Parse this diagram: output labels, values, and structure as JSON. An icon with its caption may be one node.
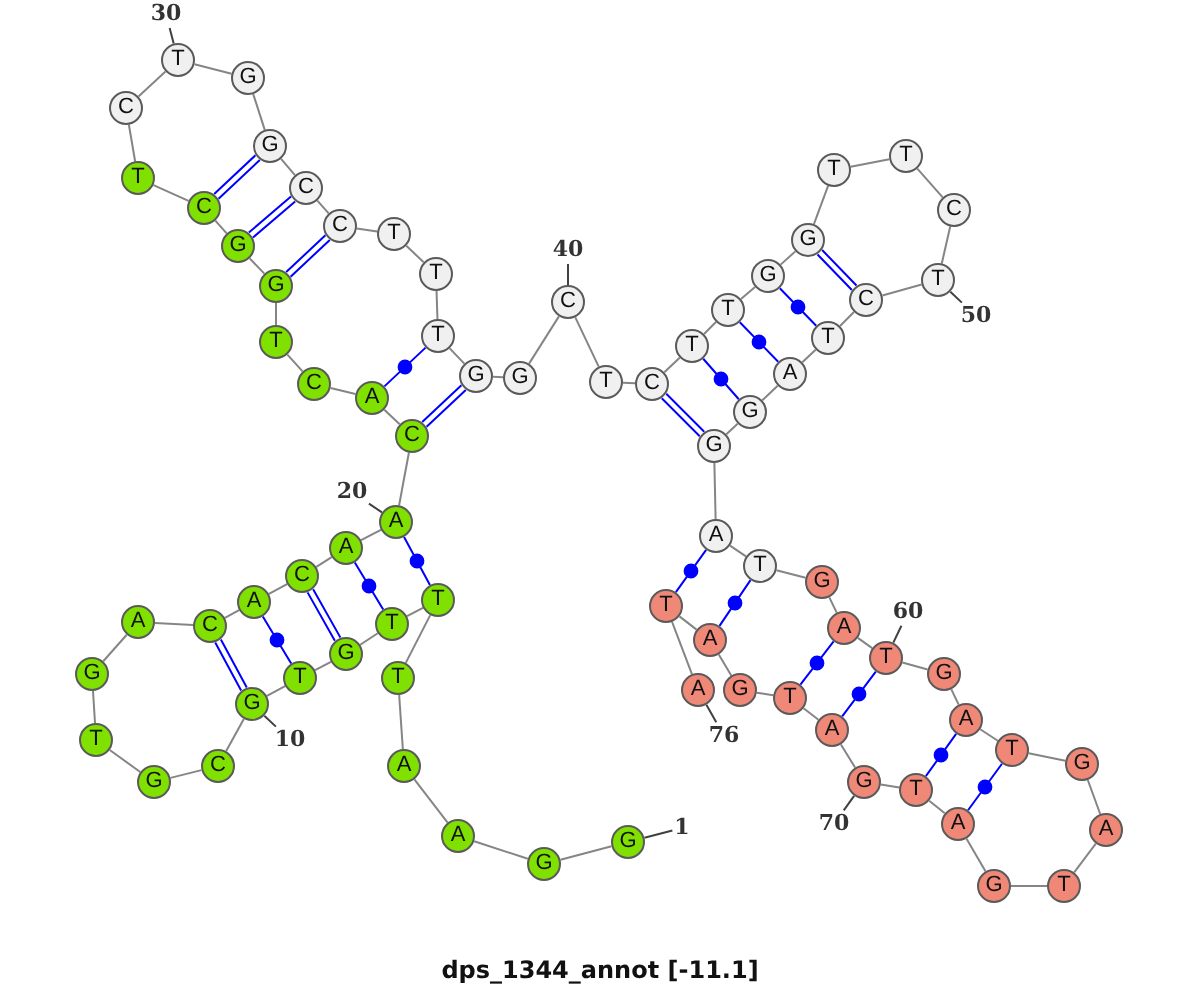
{
  "diagram": {
    "caption": "dps_1344_annot [-11.1]",
    "nodes": [
      {
        "text": [
          "G"
        ]
      },
      {
        "text": [
          "G"
        ]
      },
      {
        "text": [
          "A"
        ]
      },
      {
        "text": [
          "A"
        ]
      },
      {
        "text": [
          "T"
        ]
      },
      {
        "text": [
          "T"
        ]
      },
      {
        "text": [
          "T"
        ]
      },
      {
        "text": [
          "G"
        ]
      },
      {
        "text": [
          "T"
        ]
      },
      {
        "text": [
          "G"
        ]
      },
      {
        "text": [
          "C"
        ]
      },
      {
        "text": [
          "G"
        ]
      },
      {
        "text": [
          "T"
        ]
      },
      {
        "text": [
          "G"
        ]
      },
      {
        "text": [
          "A"
        ]
      },
      {
        "text": [
          "C"
        ]
      },
      {
        "text": [
          "A"
        ]
      },
      {
        "text": [
          "C"
        ]
      },
      {
        "text": [
          "A"
        ]
      },
      {
        "text": [
          "A"
        ]
      },
      {
        "text": [
          "C"
        ]
      },
      {
        "text": [
          "A"
        ]
      },
      {
        "text": [
          "C"
        ]
      },
      {
        "text": [
          "T"
        ]
      },
      {
        "text": [
          "G"
        ]
      },
      {
        "text": [
          "G"
        ]
      },
      {
        "text": [
          "C"
        ]
      },
      {
        "text": [
          "T"
        ]
      },
      {
        "text": [
          "C"
        ]
      },
      {
        "text": [
          "T"
        ]
      },
      {
        "text": [
          "G"
        ]
      },
      {
        "text": [
          "G"
        ]
      },
      {
        "text": [
          "C"
        ]
      },
      {
        "text": [
          "C"
        ]
      },
      {
        "text": [
          "T"
        ]
      },
      {
        "text": [
          "T"
        ]
      },
      {
        "text": [
          "T"
        ]
      },
      {
        "text": [
          "G"
        ]
      },
      {
        "text": [
          "G"
        ]
      },
      {
        "text": [
          "C"
        ]
      },
      {
        "text": [
          "T"
        ]
      },
      {
        "text": [
          "C"
        ]
      },
      {
        "text": [
          "T"
        ]
      },
      {
        "text": [
          "T"
        ]
      },
      {
        "text": [
          "G"
        ]
      },
      {
        "text": [
          "G"
        ]
      },
      {
        "text": [
          "T"
        ]
      },
      {
        "text": [
          "T"
        ]
      },
      {
        "text": [
          "C"
        ]
      },
      {
        "text": [
          "T"
        ]
      },
      {
        "text": [
          "C"
        ]
      },
      {
        "text": [
          "T"
        ]
      },
      {
        "text": [
          "A"
        ]
      },
      {
        "text": [
          "G"
        ]
      },
      {
        "text": [
          "G"
        ]
      },
      {
        "text": [
          "A"
        ]
      },
      {
        "text": [
          "T"
        ]
      },
      {
        "text": [
          "G"
        ]
      },
      {
        "text": [
          "A"
        ]
      },
      {
        "text": [
          "T"
        ]
      },
      {
        "text": [
          "G"
        ]
      },
      {
        "text": [
          "A"
        ]
      },
      {
        "text": [
          "T"
        ]
      },
      {
        "text": [
          "G"
        ]
      },
      {
        "text": [
          "A"
        ]
      },
      {
        "text": [
          "T"
        ]
      },
      {
        "text": [
          "G"
        ]
      },
      {
        "text": [
          "A"
        ]
      },
      {
        "text": [
          "T"
        ]
      },
      {
        "text": [
          "G"
        ]
      },
      {
        "text": [
          "A"
        ]
      },
      {
        "text": [
          "T"
        ]
      },
      {
        "text": [
          "G"
        ]
      },
      {
        "text": [
          "A"
        ]
      },
      {
        "text": [
          "T"
        ]
      },
      {
        "text": [
          "A"
        ]
      },
      {
        "text": [
          "1"
        ]
      },
      {
        "text": [
          "10"
        ]
      },
      {
        "text": [
          "20"
        ]
      },
      {
        "text": [
          "30"
        ]
      },
      {
        "text": [
          "40"
        ]
      },
      {
        "text": [
          "50"
        ]
      },
      {
        "text": [
          "60"
        ]
      },
      {
        "text": [
          "70"
        ]
      },
      {
        "text": [
          "76"
        ]
      }
    ],
    "edges": [
      {
        "from": 0,
        "to": 1,
        "arrow": "none"
      },
      {
        "from": 1,
        "to": 2,
        "arrow": "none"
      },
      {
        "from": 2,
        "to": 3,
        "arrow": "none"
      },
      {
        "from": 3,
        "to": 4,
        "arrow": "none"
      },
      {
        "from": 4,
        "to": 5,
        "arrow": "none"
      },
      {
        "from": 5,
        "to": 6,
        "arrow": "none"
      },
      {
        "from": 6,
        "to": 7,
        "arrow": "none"
      },
      {
        "from": 7,
        "to": 8,
        "arrow": "none"
      },
      {
        "from": 8,
        "to": 9,
        "arrow": "none"
      },
      {
        "from": 9,
        "to": 10,
        "arrow": "none"
      },
      {
        "from": 10,
        "to": 11,
        "arrow": "none"
      },
      {
        "from": 11,
        "to": 12,
        "arrow": "none"
      },
      {
        "from": 12,
        "to": 13,
        "arrow": "none"
      },
      {
        "from": 13,
        "to": 14,
        "arrow": "none"
      },
      {
        "from": 14,
        "to": 15,
        "arrow": "none"
      },
      {
        "from": 15,
        "to": 16,
        "arrow": "none"
      },
      {
        "from": 16,
        "to": 17,
        "arrow": "none"
      },
      {
        "from": 17,
        "to": 18,
        "arrow": "none"
      },
      {
        "from": 18,
        "to": 19,
        "arrow": "none"
      },
      {
        "from": 19,
        "to": 20,
        "arrow": "none"
      },
      {
        "from": 20,
        "to": 21,
        "arrow": "none"
      },
      {
        "from": 21,
        "to": 22,
        "arrow": "none"
      },
      {
        "from": 22,
        "to": 23,
        "arrow": "none"
      },
      {
        "from": 23,
        "to": 24,
        "arrow": "none"
      },
      {
        "from": 24,
        "to": 25,
        "arrow": "none"
      },
      {
        "from": 25,
        "to": 26,
        "arrow": "none"
      },
      {
        "from": 26,
        "to": 27,
        "arrow": "none"
      },
      {
        "from": 27,
        "to": 28,
        "arrow": "none"
      },
      {
        "from": 28,
        "to": 29,
        "arrow": "none"
      },
      {
        "from": 29,
        "to": 30,
        "arrow": "none"
      },
      {
        "from": 30,
        "to": 31,
        "arrow": "none"
      },
      {
        "from": 31,
        "to": 32,
        "arrow": "none"
      },
      {
        "from": 32,
        "to": 33,
        "arrow": "none"
      },
      {
        "from": 33,
        "to": 34,
        "arrow": "none"
      },
      {
        "from": 34,
        "to": 35,
        "arrow": "none"
      },
      {
        "from": 35,
        "to": 36,
        "arrow": "none"
      },
      {
        "from": 36,
        "to": 37,
        "arrow": "none"
      },
      {
        "from": 37,
        "to": 38,
        "arrow": "none"
      },
      {
        "from": 38,
        "to": 39,
        "arrow": "none"
      },
      {
        "from": 39,
        "to": 40,
        "arrow": "none"
      },
      {
        "from": 40,
        "to": 41,
        "arrow": "none"
      },
      {
        "from": 41,
        "to": 42,
        "arrow": "none"
      },
      {
        "from": 42,
        "to": 43,
        "arrow": "none"
      },
      {
        "from": 43,
        "to": 44,
        "arrow": "none"
      },
      {
        "from": 44,
        "to": 45,
        "arrow": "none"
      },
      {
        "from": 45,
        "to": 46,
        "arrow": "none"
      },
      {
        "from": 46,
        "to": 47,
        "arrow": "none"
      },
      {
        "from": 47,
        "to": 48,
        "arrow": "none"
      },
      {
        "from": 48,
        "to": 49,
        "arrow": "none"
      },
      {
        "from": 49,
        "to": 50,
        "arrow": "none"
      },
      {
        "from": 50,
        "to": 51,
        "arrow": "none"
      },
      {
        "from": 51,
        "to": 52,
        "arrow": "none"
      },
      {
        "from": 52,
        "to": 53,
        "arrow": "none"
      },
      {
        "from": 53,
        "to": 54,
        "arrow": "none"
      },
      {
        "from": 54,
        "to": 55,
        "arrow": "none"
      },
      {
        "from": 55,
        "to": 56,
        "arrow": "none"
      },
      {
        "from": 56,
        "to": 57,
        "arrow": "none"
      },
      {
        "from": 57,
        "to": 58,
        "arrow": "none"
      },
      {
        "from": 58,
        "to": 59,
        "arrow": "none"
      },
      {
        "from": 59,
        "to": 60,
        "arrow": "none"
      },
      {
        "from": 60,
        "to": 61,
        "arrow": "none"
      },
      {
        "from": 61,
        "to": 62,
        "arrow": "none"
      },
      {
        "from": 62,
        "to": 63,
        "arrow": "none"
      },
      {
        "from": 63,
        "to": 64,
        "arrow": "none"
      },
      {
        "from": 64,
        "to": 65,
        "arrow": "none"
      },
      {
        "from": 65,
        "to": 66,
        "arrow": "none"
      },
      {
        "from": 66,
        "to": 67,
        "arrow": "none"
      },
      {
        "from": 67,
        "to": 68,
        "arrow": "none"
      },
      {
        "from": 68,
        "to": 69,
        "arrow": "none"
      },
      {
        "from": 69,
        "to": 70,
        "arrow": "none"
      },
      {
        "from": 70,
        "to": 71,
        "arrow": "none"
      },
      {
        "from": 71,
        "to": 72,
        "arrow": "none"
      },
      {
        "from": 72,
        "to": 73,
        "arrow": "none"
      },
      {
        "from": 73,
        "to": 74,
        "arrow": "none"
      },
      {
        "from": 74,
        "to": 75,
        "arrow": "none"
      },
      {
        "from": 5,
        "to": 19,
        "arrow": "none",
        "color": "#0000ff"
      },
      {
        "from": 6,
        "to": 18,
        "arrow": "none",
        "color": "#0000ff"
      },
      {
        "from": 7,
        "to": 17,
        "arrow": "none",
        "color": "#0000ff"
      },
      {
        "from": 8,
        "to": 16,
        "arrow": "none",
        "color": "#0000ff"
      },
      {
        "from": 9,
        "to": 15,
        "arrow": "none",
        "color": "#0000ff"
      },
      {
        "from": 20,
        "to": 37,
        "arrow": "none",
        "color": "#0000ff"
      },
      {
        "from": 21,
        "to": 36,
        "arrow": "none",
        "color": "#0000ff"
      },
      {
        "from": 24,
        "to": 33,
        "arrow": "none",
        "color": "#0000ff"
      },
      {
        "from": 25,
        "to": 32,
        "arrow": "none",
        "color": "#0000ff"
      },
      {
        "from": 26,
        "to": 31,
        "arrow": "none",
        "color": "#0000ff"
      },
      {
        "from": 41,
        "to": 54,
        "arrow": "none",
        "color": "#0000ff"
      },
      {
        "from": 42,
        "to": 53,
        "arrow": "none",
        "color": "#0000ff"
      },
      {
        "from": 43,
        "to": 52,
        "arrow": "none",
        "color": "#0000ff"
      },
      {
        "from": 44,
        "to": 51,
        "arrow": "none",
        "color": "#0000ff"
      },
      {
        "from": 45,
        "to": 50,
        "arrow": "none",
        "color": "#0000ff"
      },
      {
        "from": 55,
        "to": 74,
        "arrow": "none",
        "color": "#0000ff"
      },
      {
        "from": 56,
        "to": 73,
        "arrow": "none",
        "color": "#0000ff"
      },
      {
        "from": 58,
        "to": 71,
        "arrow": "none",
        "color": "#0000ff"
      },
      {
        "from": 59,
        "to": 70,
        "arrow": "none",
        "color": "#0000ff"
      },
      {
        "from": 61,
        "to": 68,
        "arrow": "none",
        "color": "#0000ff"
      },
      {
        "from": 62,
        "to": 67,
        "arrow": "none",
        "color": "#0000ff"
      },
      {
        "from": 76,
        "to": 0,
        "arrow": "none"
      },
      {
        "from": 77,
        "to": 9,
        "arrow": "none"
      },
      {
        "from": 78,
        "to": 19,
        "arrow": "none"
      },
      {
        "from": 79,
        "to": 29,
        "arrow": "none"
      },
      {
        "from": 80,
        "to": 39,
        "arrow": "none"
      },
      {
        "from": 81,
        "to": 49,
        "arrow": "none"
      },
      {
        "from": 82,
        "to": 59,
        "arrow": "none"
      },
      {
        "from": 83,
        "to": 69,
        "arrow": "none"
      },
      {
        "from": 84,
        "to": 75,
        "arrow": "none"
      }
    ]
  }
}
